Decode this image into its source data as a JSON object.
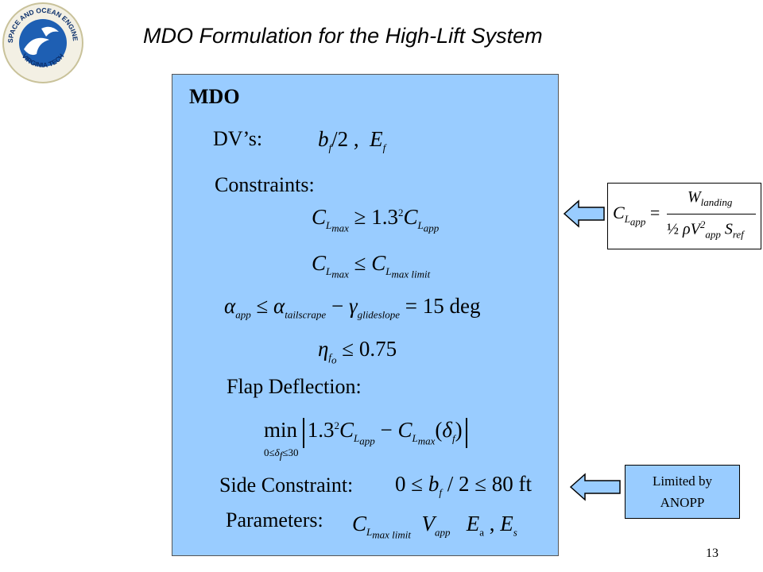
{
  "logo": {
    "text_top": "AEROSPACE AND OCEAN ENGINEERING",
    "text_bottom": "VIRGINIA TECH"
  },
  "title": "MDO Formulation for the High-Lift System",
  "panel": {
    "heading": "MDO",
    "dvs_label": "DV’s:",
    "constraints_label": "Constraints:",
    "flap_label": "Flap Deflection:",
    "side_label": "Side Constraint:",
    "params_label": "Parameters:"
  },
  "note": {
    "line1": "Limited by",
    "line2": "ANOPP"
  },
  "page_number": "13",
  "colors": {
    "panel": "#99ccff",
    "arrow": "#99ccff"
  }
}
